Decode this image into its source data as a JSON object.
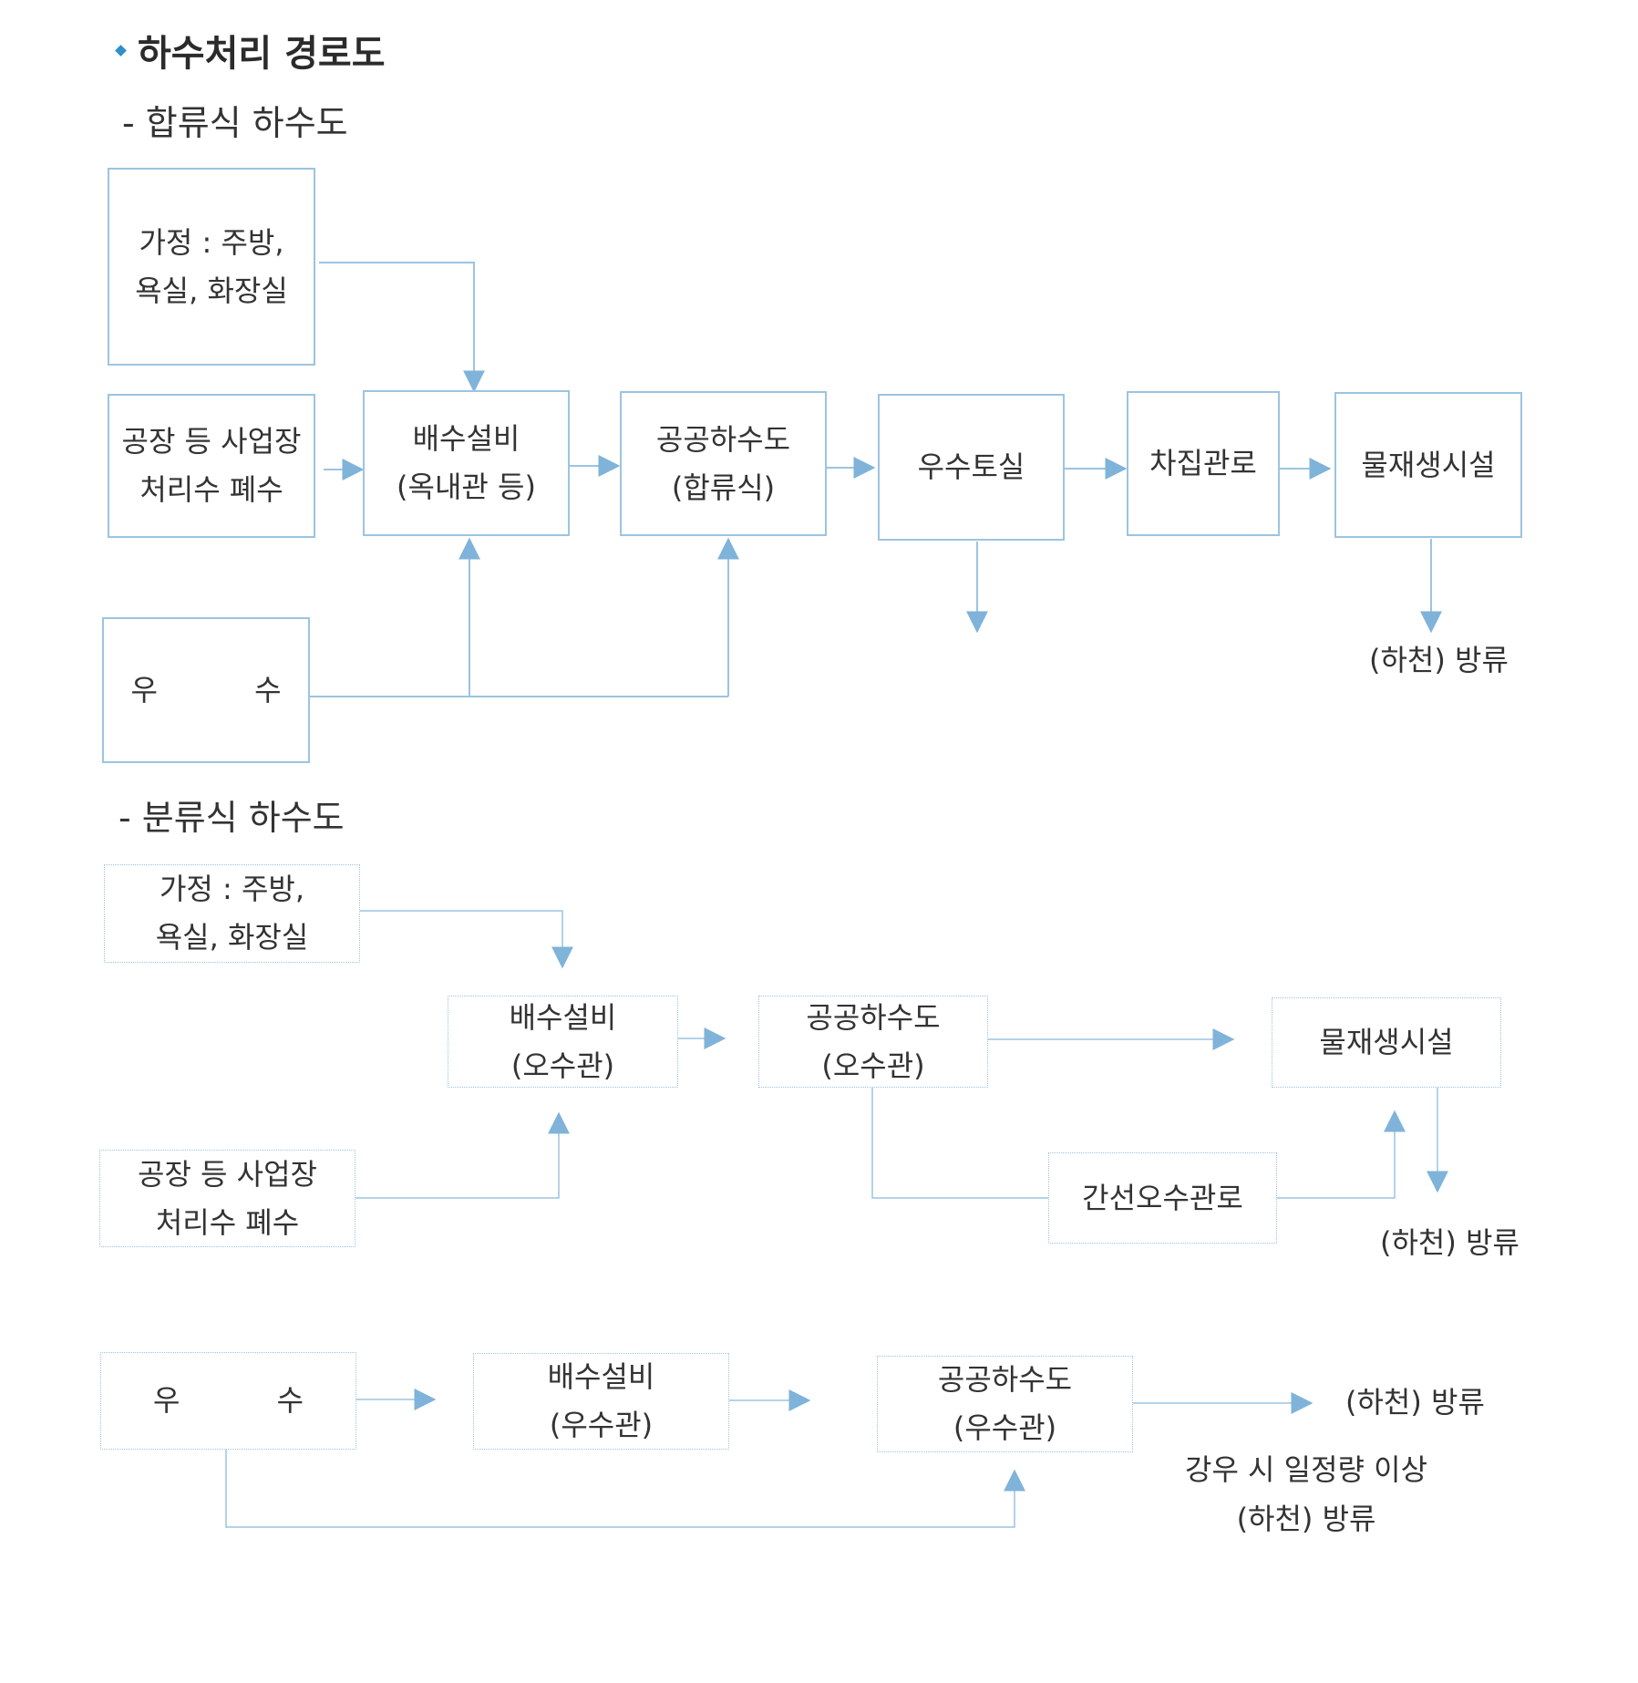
{
  "title": "하수처리 경로도",
  "sections": {
    "combined": "- 합류식 하수도",
    "separate": "- 분류식 하수도"
  },
  "combined": {
    "household": [
      "가정 : 주방,",
      "욕실, 화장실"
    ],
    "factory": [
      "공장 등 사업장",
      "처리수 폐수"
    ],
    "drain": [
      "배수설비",
      "(옥내관 등)"
    ],
    "public_sewer": [
      "공공하수도",
      "(합류식)"
    ],
    "rain_overflow": "우수토실",
    "interceptor": "차집관로",
    "reclaim": "물재생시설",
    "rain": "우 수",
    "discharge": "(하천) 방류"
  },
  "separate": {
    "household": [
      "가정 : 주방,",
      "욕실, 화장실"
    ],
    "factory": [
      "공장 등 사업장",
      "처리수 폐수"
    ],
    "drain": [
      "배수설비",
      "(오수관)"
    ],
    "public_sewer": [
      "공공하수도",
      "(오수관)"
    ],
    "reclaim": "물재생시설",
    "trunk": "간선오수관로",
    "discharge": "(하천) 방류",
    "rain": "우 수",
    "rain_drain": [
      "배수설비",
      "(우수관)"
    ],
    "rain_sewer": [
      "공공하수도",
      "(우수관)"
    ],
    "rain_discharge": "(하천) 방류",
    "heavy_rain_note": [
      "강우 시 일정량 이상",
      "(하천) 방류"
    ]
  },
  "colors": {
    "line": "#9cc4e0",
    "arrow": "#7fb3d9",
    "bullet": "#2e8fc9"
  }
}
